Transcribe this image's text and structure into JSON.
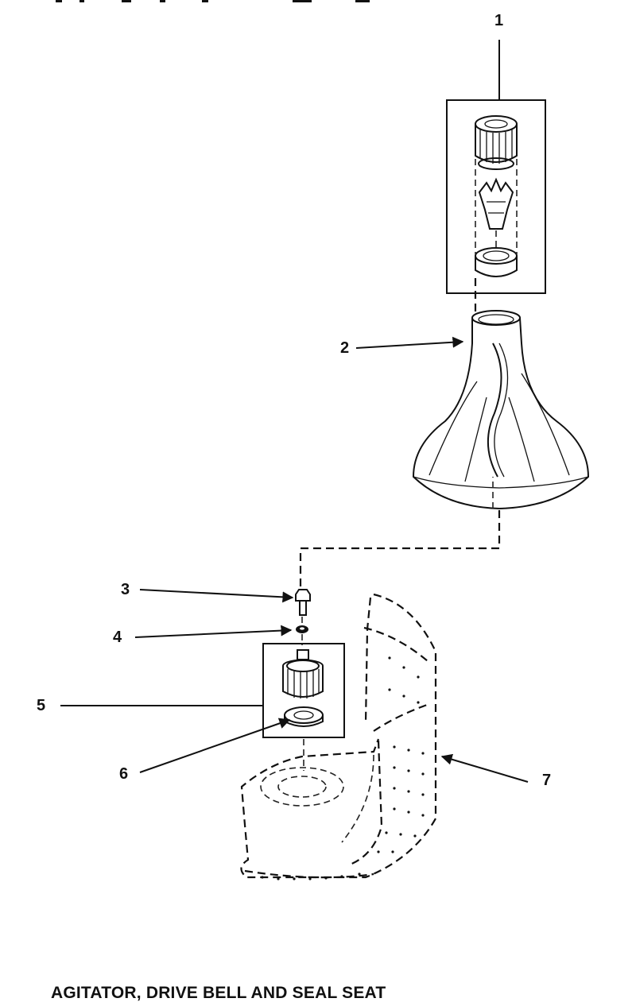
{
  "callouts": [
    {
      "id": "1",
      "label": "1"
    },
    {
      "id": "2",
      "label": "2"
    },
    {
      "id": "3",
      "label": "3"
    },
    {
      "id": "4",
      "label": "4"
    },
    {
      "id": "5",
      "label": "5"
    },
    {
      "id": "6",
      "label": "6"
    },
    {
      "id": "7",
      "label": "7"
    }
  ],
  "caption": "AGITATOR, DRIVE BELL AND SEAL SEAT"
}
